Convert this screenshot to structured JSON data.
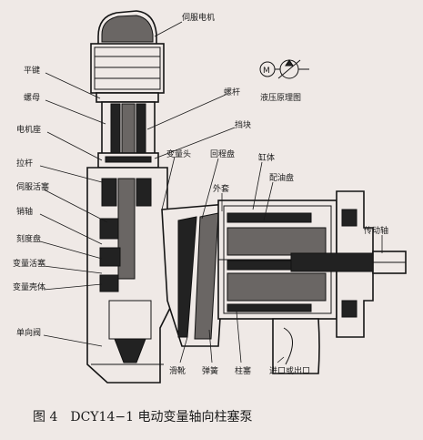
{
  "labels": {
    "servo_motor": "伺服电机",
    "flat_key": "平键",
    "nut": "螺母",
    "screw": "螺杆",
    "motor_seat": "电机座",
    "stop_block": "挡块",
    "pull_rod": "拉杆",
    "variable_head": "变量头",
    "return_plate": "回程盘",
    "cylinder_body": "缸体",
    "servo_piston": "伺服活塞",
    "outer_sleeve": "外套",
    "port_plate": "配油盘",
    "pin_shaft": "销轴",
    "drive_shaft": "传动轴",
    "dial_plate": "刻度盘",
    "variable_piston": "变量活塞",
    "variable_housing": "变量壳体",
    "check_valve": "单向阀",
    "slipper": "滑靴",
    "spring": "弹簧",
    "plunger": "柱塞",
    "inlet_outlet": "进口或出口",
    "hydraulic_schematic": "液压原理图",
    "schematic_motor_symbol": "M"
  },
  "caption": "图 4　DCY14−1 电动变量轴向柱塞泵",
  "colors": {
    "paper": "#efe9e6",
    "ink": "#1a1a1a"
  }
}
